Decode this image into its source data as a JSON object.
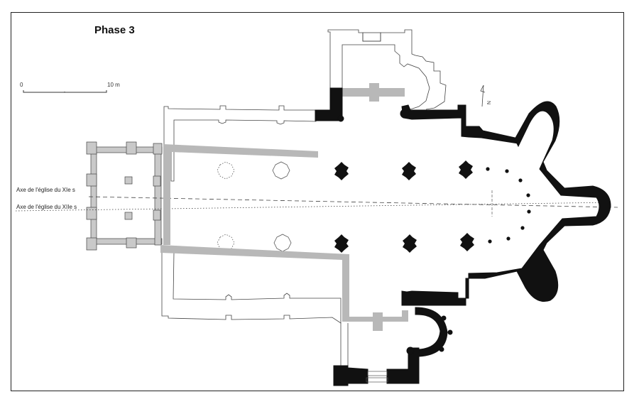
{
  "title": "Phase 3",
  "scale_bar": {
    "start_label": "0",
    "end_label": "10 m"
  },
  "axes": [
    {
      "label": "Axe de l'église du XIe s",
      "line_style": "dashed"
    },
    {
      "label": "Axe de l'église du XIIe s",
      "line_style": "dotted"
    }
  ],
  "north_arrow": {
    "label": "N"
  },
  "legend_colors": {
    "phase3_walls": "#111111",
    "earlier_walls": "#bdbdbd",
    "outline_walls": "#555555"
  }
}
